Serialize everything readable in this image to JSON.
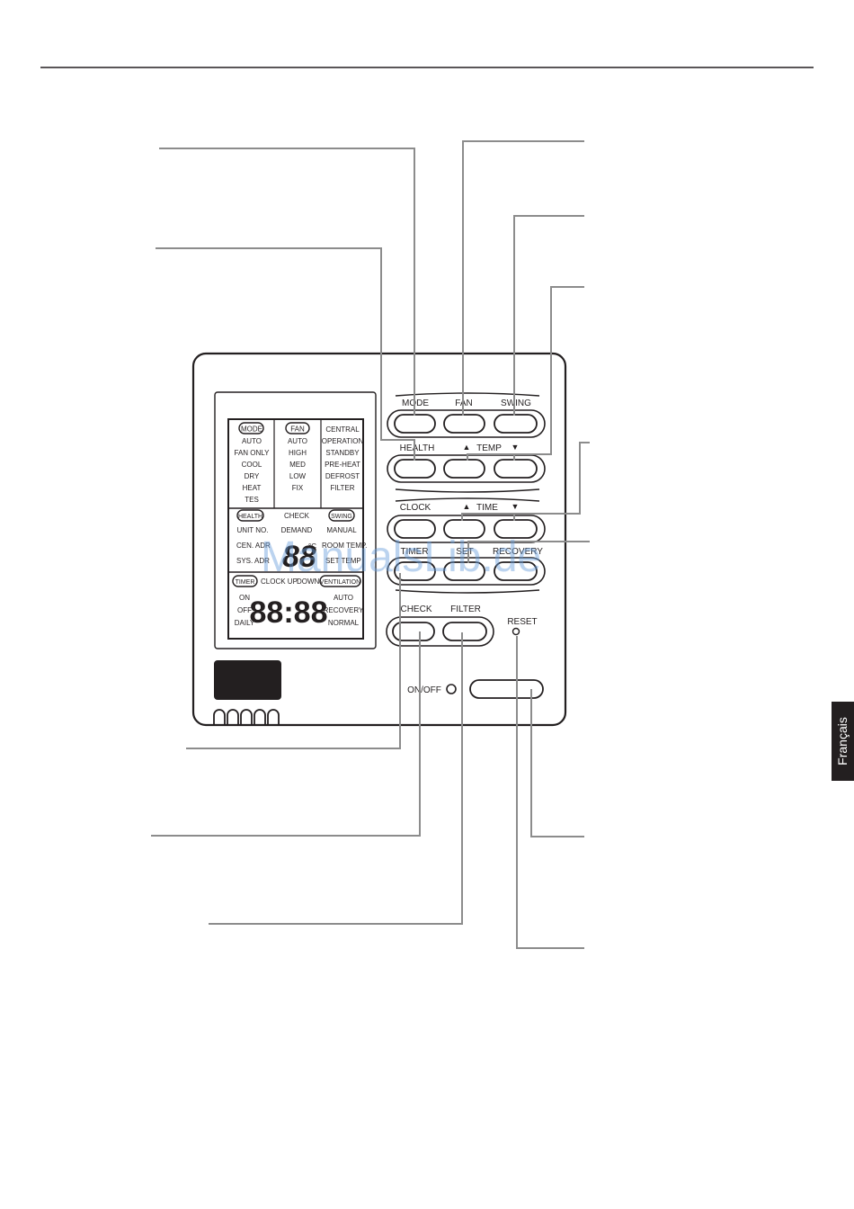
{
  "controller": {
    "buttons": {
      "mode": "MODE",
      "fan": "FAN",
      "swing": "SWING",
      "health": "HEALTH",
      "temp": "TEMP",
      "clock": "CLOCK",
      "time": "TIME",
      "timer": "TIMER",
      "set": "SET",
      "recovery": "RECOVERY",
      "check": "CHECK",
      "filter": "FILTER",
      "reset": "RESET",
      "on_off": "ON/OFF"
    },
    "arrows": {
      "up": "▲",
      "down": "▼"
    },
    "lcd": {
      "mode_tag": "MODE",
      "modes": [
        "AUTO",
        "FAN ONLY",
        "COOL",
        "DRY",
        "HEAT",
        "TES"
      ],
      "fan_tag": "FAN",
      "fan_speeds": [
        "AUTO",
        "HIGH",
        "MED",
        "LOW",
        "FIX"
      ],
      "status": [
        "CENTRAL",
        "OPERATION",
        "STANDBY",
        "PRE-HEAT",
        "DEFROST",
        "FILTER"
      ],
      "health_tag": "HEALTH",
      "check": "CHECK",
      "swing_tag": "SWING",
      "unit_no": "UNIT NO.",
      "demand": "DEMAND",
      "manual": "MANUAL",
      "cen_addr": "CEN. ADR",
      "room_temp": "ROOM TEMP.",
      "sys_addr": "SYS. ADR",
      "set_temp": "SET TEMP",
      "temp_digits": "88",
      "degree": "°C",
      "timer_tag": "TIMER",
      "clock_up": "CLOCK UP",
      "down": "DOWN",
      "ventilation_tag": "VENTILATION",
      "timer_modes": [
        "ON",
        "OFF",
        "DAILY"
      ],
      "clock_digits": "88:88",
      "vent_modes": [
        "AUTO",
        "RECOVERY",
        "NORMAL"
      ]
    }
  },
  "side_tab": "Français",
  "watermark": "ManualsLib.de"
}
